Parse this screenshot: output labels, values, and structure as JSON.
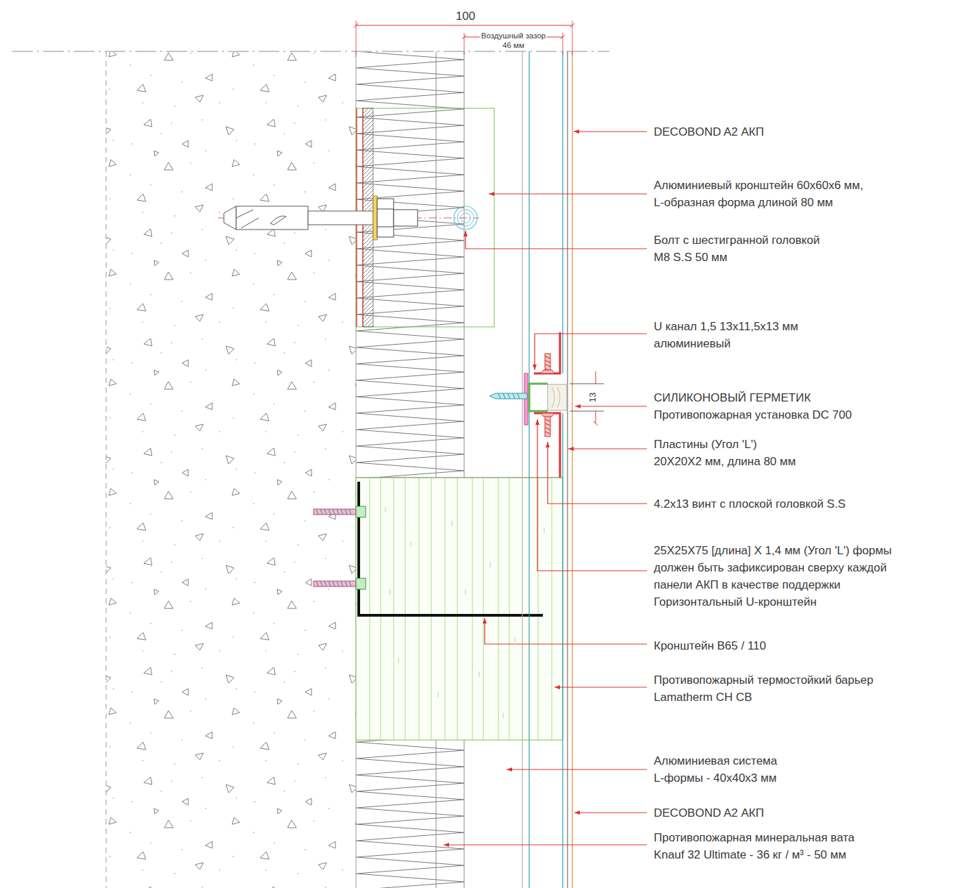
{
  "diagram": {
    "labels": [
      "100",
      "Воздушный зазор",
      "46 мм",
      "DECOBOND A2 АКП",
      "Алюминиевый кронштейн 60х60х6 мм, L-образная форма длиной 80 мм",
      "Болт с шестигранной головкой M8 S.S 50 мм",
      "U канал 1,5 13x11,5x13 мм алюминиевый",
      "13",
      "СИЛИКОНОВЫЙ ГЕРМЕТИК Противопожарная установка DC 700",
      "Пластины (Угол 'L') 20X20X2 мм, длина 80 мм",
      "4.2x13 винт с плоской головкой S.S",
      "25X25X75 [длина] X 1,4 мм (Угол 'L') формы должен быть зафиксирован сверху каждой панели АКП в качестве поддержки Горизонтальный U-кронштейн",
      "Кронштейн B65 / 110",
      "Противопожарный термостойкий барьер Lamatherm CH CB",
      "Алюминиевая система L-формы - 40x40x3 мм",
      "DECOBOND A2 АКП",
      "Противопожарная минеральная вата Knauf 32 Ultimate - 36 кг / м³ - 50 мм"
    ]
  }
}
